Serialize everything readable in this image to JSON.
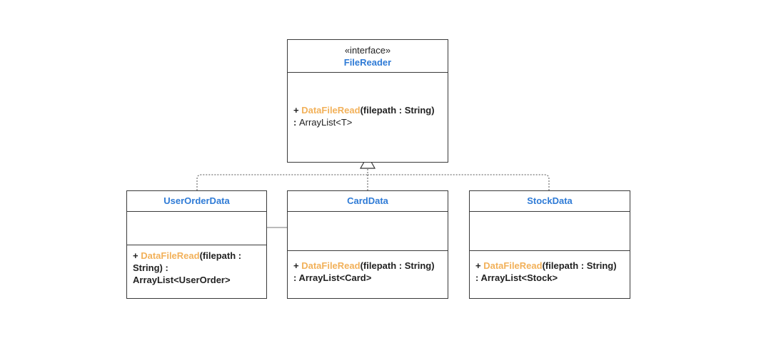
{
  "classes": {
    "file_reader": {
      "stereotype": "«interface»",
      "name": "FileReader",
      "method": {
        "visibility": "+ ",
        "name": "DataFileRead",
        "params": "(filepath : String)",
        "return_prefix": ": ",
        "return_type": "ArrayList<T>"
      }
    },
    "user_order_data": {
      "name": "UserOrderData",
      "method": {
        "line1_visibility": "+ ",
        "line1_name": "DataFileRead",
        "line1_rest": "(filepath :",
        "line2": "String) :",
        "line3": "ArrayList<UserOrder>"
      }
    },
    "card_data": {
      "name": "CardData",
      "method": {
        "visibility": "+ ",
        "name": "DataFileRead",
        "params": "(filepath : String)",
        "return": ": ArrayList<Card>"
      }
    },
    "stock_data": {
      "name": "StockData",
      "method": {
        "visibility": "+ ",
        "name": "DataFileRead",
        "params": "(filepath : String)",
        "return": ": ArrayList<Stock>"
      }
    }
  },
  "colors": {
    "class_name": "#2f7bd6",
    "method_name": "#f2b15a",
    "border": "#3a3a3a",
    "text": "#222222"
  }
}
